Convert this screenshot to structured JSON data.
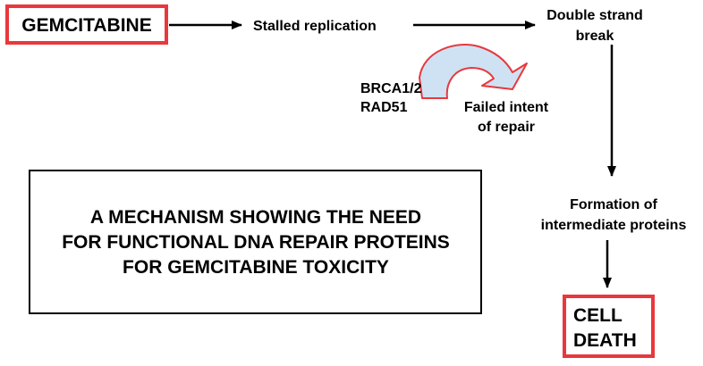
{
  "colors": {
    "highlight_border": "#e8383d",
    "curved_arrow_fill": "#cfe2f3",
    "curved_arrow_stroke": "#e8383d",
    "ink": "#000000"
  },
  "nodes": {
    "gemcitabine": "GEMCITABINE",
    "stalled_replication": "Stalled replication",
    "double_strand_break": [
      "Double strand",
      "break"
    ],
    "repair_proteins": [
      "BRCA1/2",
      "RAD51"
    ],
    "failed_repair": [
      "Failed intent",
      "of repair"
    ],
    "intermediate_proteins": [
      "Formation of",
      "intermediate proteins"
    ],
    "cell_death": [
      "CELL",
      "DEATH"
    ]
  },
  "caption": {
    "lines": [
      "A MECHANISM SHOWING THE NEED",
      "FOR FUNCTIONAL DNA REPAIR PROTEINS",
      "FOR GEMCITABINE TOXICITY"
    ]
  }
}
